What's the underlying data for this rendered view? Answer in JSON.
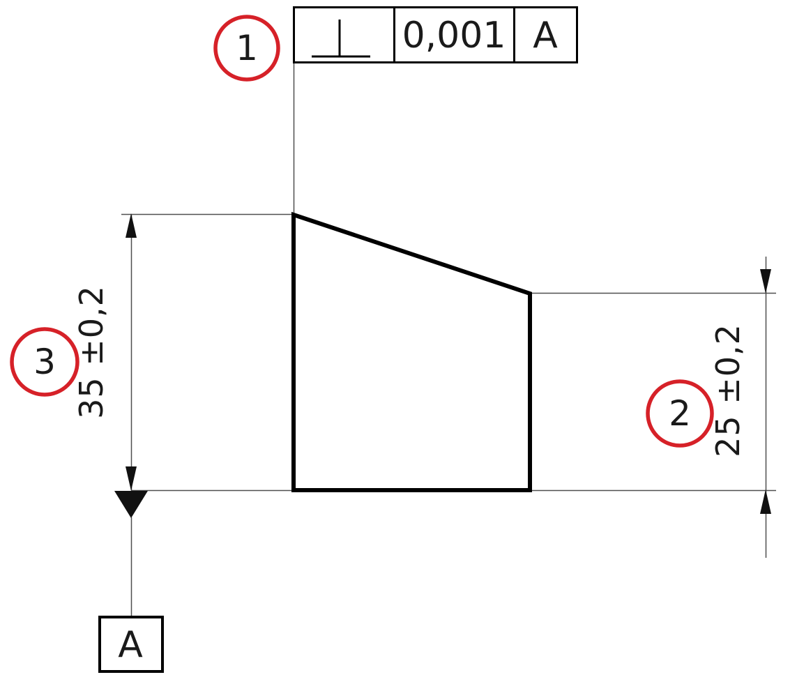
{
  "drawing": {
    "feature_control_frame": {
      "symbol_name": "perpendicularity",
      "tolerance": "0,001",
      "datum_ref": "A"
    },
    "dimensions": {
      "left_value": "35 ±0,2",
      "right_value": "25 ±0,2"
    },
    "datum_feature": {
      "label": "A"
    },
    "balloons": {
      "one": "1",
      "two": "2",
      "three": "3"
    },
    "colors": {
      "annotation_red": "#d62128",
      "line_black": "#000000"
    }
  }
}
